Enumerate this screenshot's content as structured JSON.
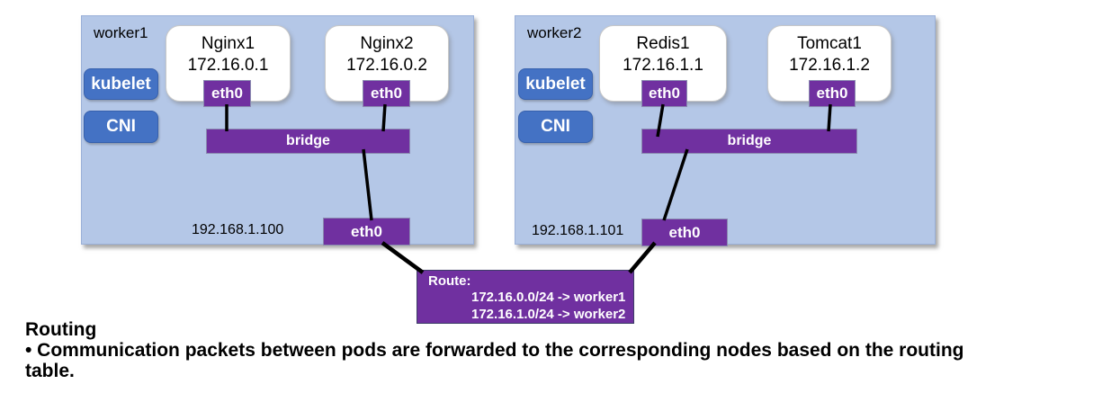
{
  "colors": {
    "worker_fill": "#b4c7e7",
    "agent_blue": "#4472c4",
    "purple": "#7030a0",
    "pod_white": "#ffffff",
    "line_black": "#000000",
    "text_white": "#ffffff",
    "text_black": "#000000"
  },
  "workers": [
    {
      "name": "worker1",
      "agents": [
        "kubelet",
        "CNI"
      ],
      "pods": [
        {
          "name": "Nginx1",
          "ip": "172.16.0.1",
          "interface": "eth0"
        },
        {
          "name": "Nginx2",
          "ip": "172.16.0.2",
          "interface": "eth0"
        }
      ],
      "bridge": "bridge",
      "node_ip": "192.168.1.100",
      "node_interface": "eth0"
    },
    {
      "name": "worker2",
      "agents": [
        "kubelet",
        "CNI"
      ],
      "pods": [
        {
          "name": "Redis1",
          "ip": "172.16.1.1",
          "interface": "eth0"
        },
        {
          "name": "Tomcat1",
          "ip": "172.16.1.2",
          "interface": "eth0"
        }
      ],
      "bridge": "bridge",
      "node_ip": "192.168.1.101",
      "node_interface": "eth0"
    }
  ],
  "route": {
    "title": "Route:",
    "entries": [
      "172.16.0.0/24 -> worker1",
      "172.16.1.0/24 -> worker2"
    ]
  },
  "caption": {
    "heading": "Routing",
    "bullet": "• Communication packets between pods are forwarded to the corresponding nodes based on the routing table."
  }
}
